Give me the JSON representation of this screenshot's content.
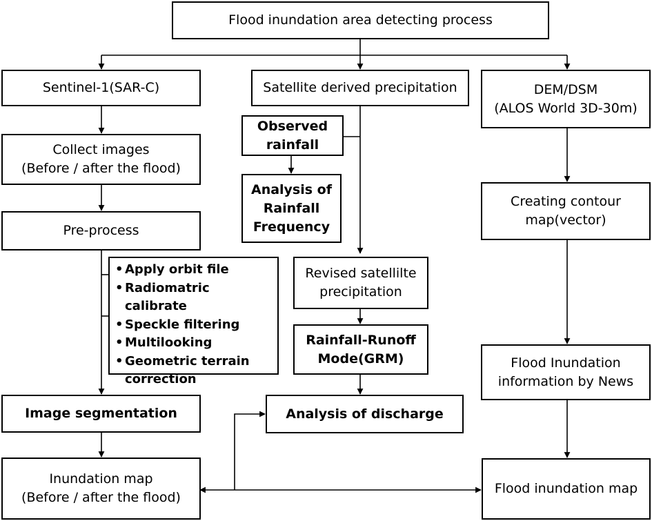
{
  "title": "Flood inundation area detecting process",
  "left": {
    "source": "Sentinel-1(SAR-C)",
    "collect": "Collect images\n(Before / after the flood)",
    "preprocess": "Pre-process",
    "steps": [
      "Apply orbit file",
      "Radiomatric calibrate",
      "Speckle filtering",
      "Multilooking",
      "Geometric terrain\ncorrection"
    ],
    "segmentation": "Image segmentation",
    "inundation_map": "Inundation map\n(Before / after the flood)"
  },
  "middle": {
    "source": "Satellite derived precipitation",
    "observed": "Observed\nrainfall",
    "frequency": "Analysis of\nRainfall\nFrequency",
    "revised": "Revised satellilte\nprecipitation",
    "runoff": "Rainfall-Runoff\nMode(GRM)",
    "discharge": "Analysis of discharge"
  },
  "right": {
    "source": "DEM/DSM\n(ALOS World 3D-30m)",
    "contour": "Creating contour\nmap(vector)",
    "news": "Flood Inundation\ninformation by News",
    "final_map": "Flood inundation map"
  }
}
